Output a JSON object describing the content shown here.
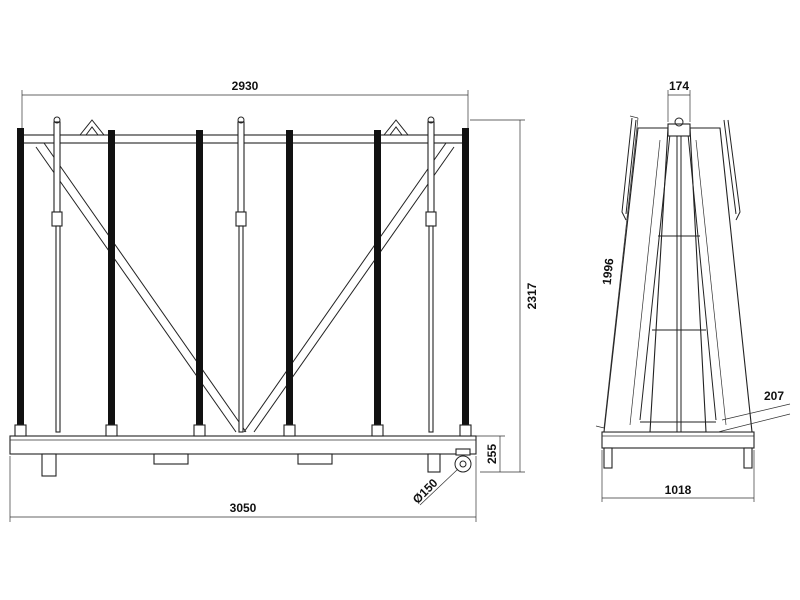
{
  "colors": {
    "line": "#222222",
    "post": "#111111",
    "background": "#ffffff"
  },
  "dimensions": {
    "top_width": "2930",
    "height": "2317",
    "base_height": "255",
    "caster": "Ø150",
    "bottom_width": "3050",
    "side_top": "174",
    "side_length": "1996",
    "side_foot": "207",
    "side_base": "1018"
  }
}
